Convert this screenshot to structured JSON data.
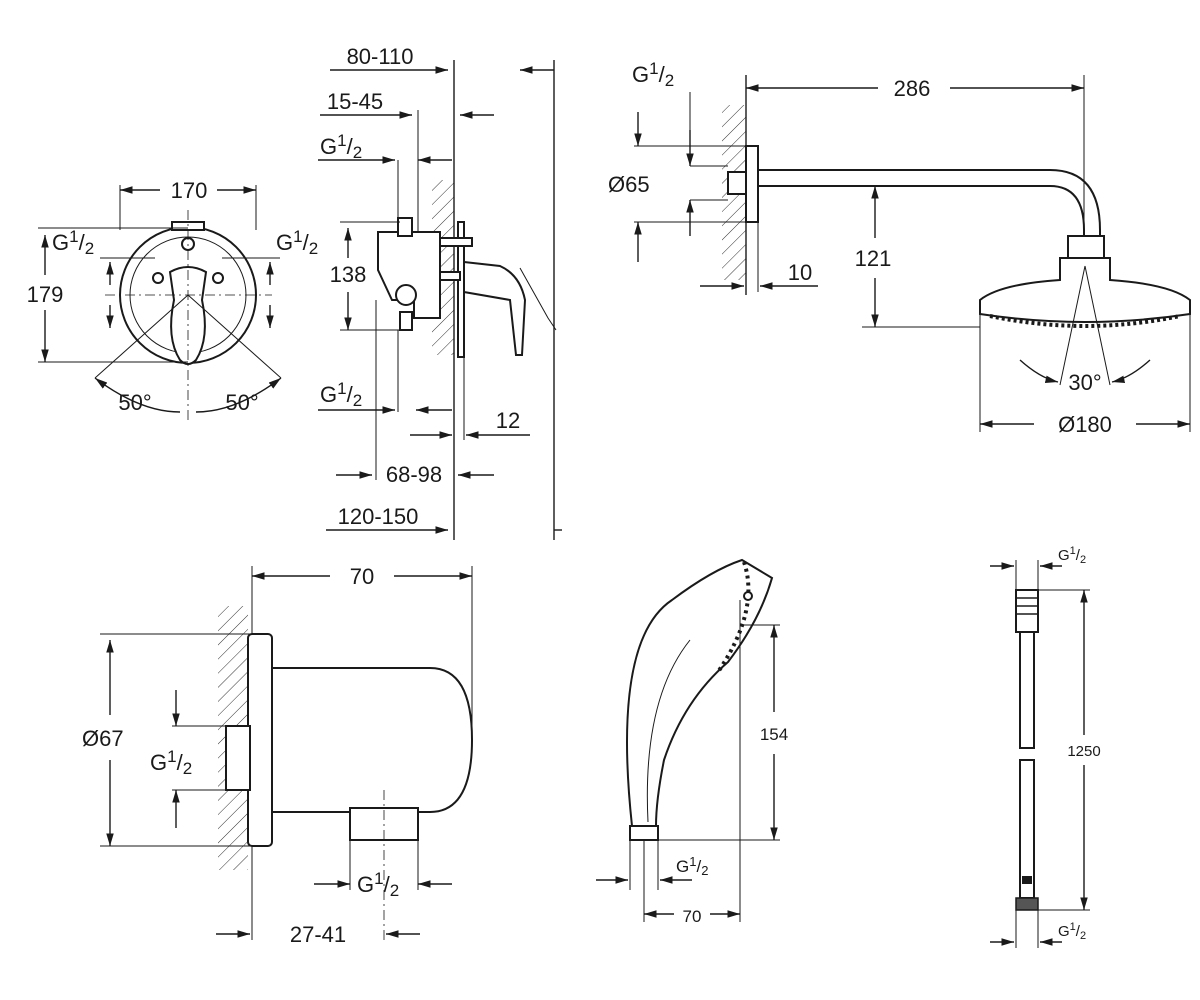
{
  "mixer": {
    "width": "170",
    "height": "179",
    "inlet_left": "G",
    "inlet_right": "G",
    "fraction_num": "1",
    "fraction_den": "2",
    "angle_left": "50°",
    "angle_right": "50°"
  },
  "mixer_side": {
    "depth_total": "80-110",
    "depth_body": "15-45",
    "inlet_top": "G",
    "height": "138",
    "inlet_bottom": "G",
    "plate": "12",
    "depth_handle": "68-98",
    "depth_max": "120-150",
    "fraction_num": "1",
    "fraction_den": "2"
  },
  "shower_arm": {
    "inlet": "G",
    "fraction_num": "1",
    "fraction_den": "2",
    "projection": "286",
    "flange_dia": "Ø65",
    "flange_depth": "10",
    "drop": "121",
    "spray_angle": "30°",
    "head_dia": "Ø180"
  },
  "elbow": {
    "width": "70",
    "flange_dia": "Ø67",
    "inlet": "G",
    "outlet": "G",
    "fraction_num": "1",
    "fraction_den": "2",
    "outlet_pos": "27-41"
  },
  "hand_shower": {
    "length": "154",
    "width": "70",
    "thread": "G",
    "fraction_num": "1",
    "fraction_den": "2"
  },
  "hose": {
    "length": "1250",
    "thread_top": "G",
    "thread_bottom": "G",
    "fraction_num": "1",
    "fraction_den": "2"
  }
}
